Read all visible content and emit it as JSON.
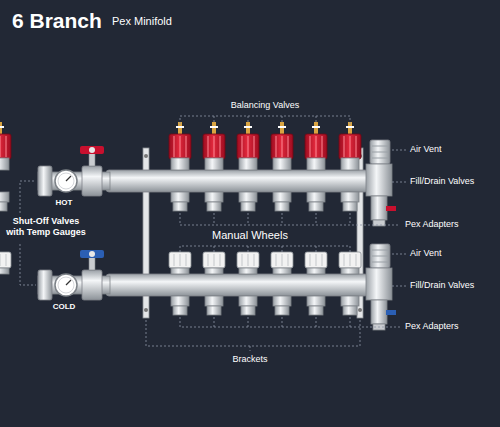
{
  "diagram": {
    "title": "6 Branch",
    "labels": [
      "Pex Minifold",
      "Balancing Valves",
      "Air Vent",
      "Fill/Drain Valves",
      "Pex Adapters",
      "HOT",
      "Shut-Off Valves with Temp Gauges",
      "Manual Wheels",
      "Air Vent",
      "Fill/Drain Valves",
      "COLD",
      "Pex Adapters",
      "Brackets"
    ]
  }
}
